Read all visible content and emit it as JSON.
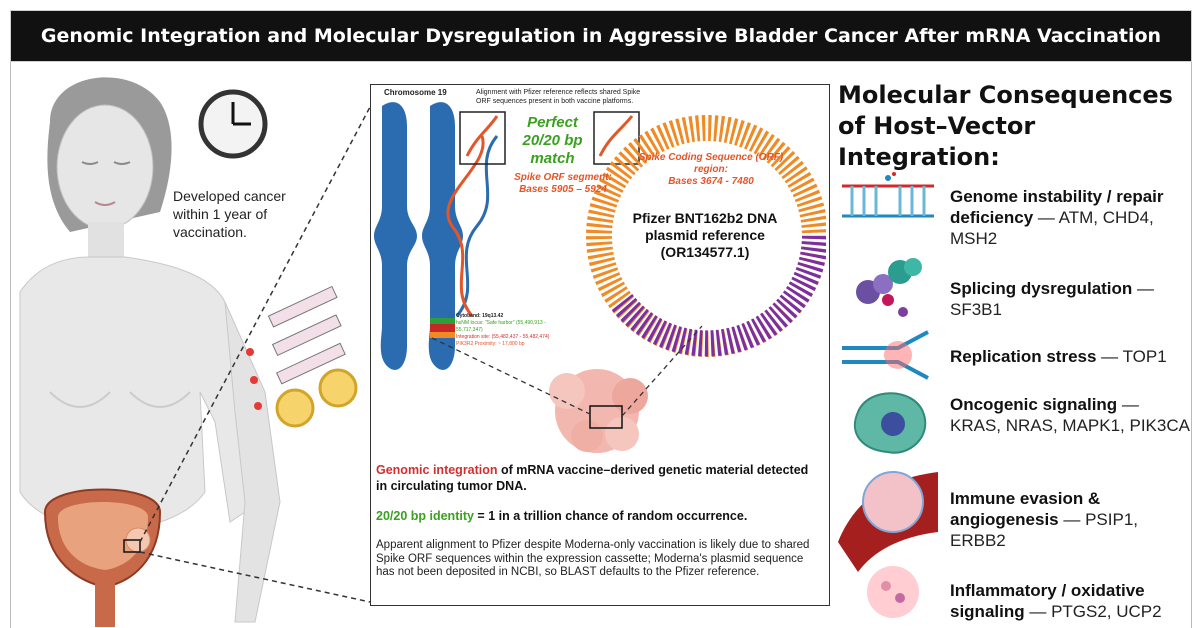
{
  "title": "Genomic Integration and Molecular Dysregulation in Aggressive Bladder Cancer After mRNA Vaccination",
  "left": {
    "cancer_note": "Developed cancer within 1 year of vaccination."
  },
  "panel": {
    "chromosome_label": "Chromosome 19",
    "alignment_note": "Alignment with Pfizer reference reflects shared Spike ORF sequences present in both vaccine platforms.",
    "match_text": "Perfect 20/20 bp match",
    "spike_segment_label": "Spike ORF segment:",
    "spike_segment_bases": "Bases 5905 – 5924",
    "coding_seq_label": "Spike Coding Sequence (ORF) region:",
    "coding_seq_bases": "Bases 3674 - 7480",
    "plasmid_label": "Pfizer BNT162b2 DNA plasmid reference",
    "plasmid_id": "(OR134577.1)",
    "cytoband_title": "Cytoband: 19q13.42",
    "cytoband_line1": "hsNM locus: \"Safe harbor\" (55,490,913 - 55,717,347)",
    "cytoband_line2": "Integration site: (55,482,437 - 55,482,474)",
    "cytoband_line3": "PIK3R2 Proximity: ~ 17,800 bp",
    "integration_highlight": "Genomic integration",
    "integration_rest": " of mRNA vaccine–derived genetic material detected in circulating tumor DNA.",
    "identity_highlight": "20/20 bp identity",
    "identity_rest": " = 1 in a trillion chance of random occurrence.",
    "explanation": "Apparent alignment to Pfizer despite Moderna-only vaccination is likely due to shared Spike ORF sequences within the expression cassette; Moderna's plasmid sequence has not been deposited in NCBI, so BLAST defaults to the Pfizer reference."
  },
  "consequences": {
    "heading": "Molecular Consequences of Host–Vector Integration:",
    "items": [
      {
        "bold": "Genome instability / repair deficiency",
        "genes": " — ATM, CHD4, MSH2"
      },
      {
        "bold": "Splicing dysregulation",
        "genes": " — SF3B1"
      },
      {
        "bold": "Replication stress",
        "genes": " — TOP1"
      },
      {
        "bold": "Oncogenic signaling",
        "genes": " — KRAS, NRAS, MAPK1, PIK3CA"
      },
      {
        "bold": "Immune evasion & angiogenesis",
        "genes": " — PSIP1, ERBB2"
      },
      {
        "bold": "Inflammatory / oxidative signaling",
        "genes": " — PTGS2, UCP2"
      }
    ]
  },
  "colors": {
    "chromosome": "#2b6cb0",
    "plasmid_orange": "#f08a24",
    "plasmid_purple": "#7b2fa0",
    "highlight_red": "#d32f2f",
    "highlight_green": "#3aa020"
  }
}
